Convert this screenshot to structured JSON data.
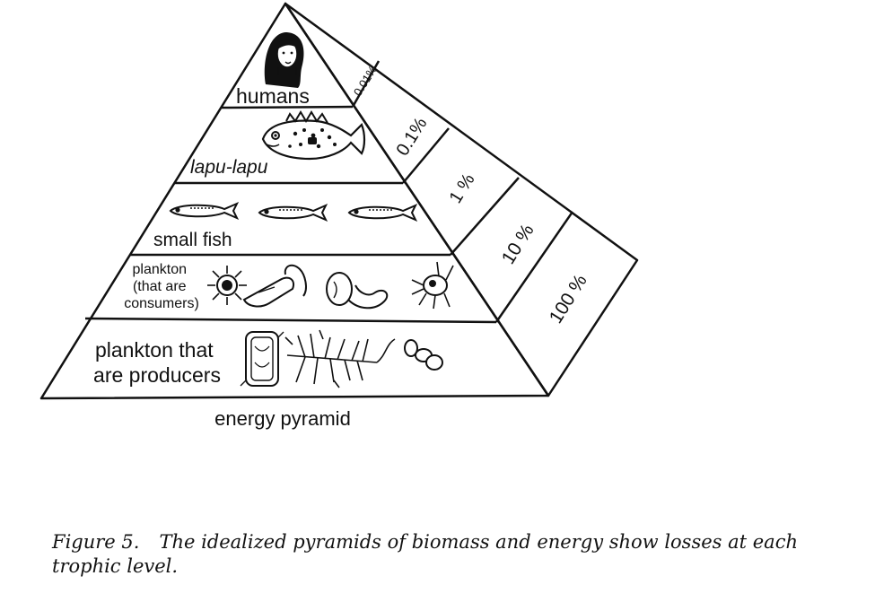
{
  "diagram": {
    "title": "energy pyramid",
    "levels": [
      {
        "id": "humans",
        "label_lines": [
          "humans"
        ],
        "percent": "0.01%",
        "icon": "human-head-icon"
      },
      {
        "id": "lapu-lapu",
        "label_lines": [
          "lapu-lapu"
        ],
        "percent": "0.1%",
        "icon": "grouper-fish-icon"
      },
      {
        "id": "small-fish",
        "label_lines": [
          "small fish"
        ],
        "percent": "1 %",
        "icon": "small-fish-icon"
      },
      {
        "id": "plankton-consumers",
        "label_lines": [
          "plankton",
          "(that are",
          "consumers)"
        ],
        "percent": "10 %",
        "icon": "zooplankton-icon"
      },
      {
        "id": "plankton-producers",
        "label_lines": [
          "plankton that",
          "are producers"
        ],
        "percent": "100 %",
        "icon": "phytoplankton-icon"
      }
    ]
  },
  "caption": {
    "figure_number": "Figure 5.",
    "text": "The idealized pyramids of biomass and energy show losses at each trophic level."
  },
  "colors": {
    "ink": "#111111",
    "background": "#ffffff"
  }
}
